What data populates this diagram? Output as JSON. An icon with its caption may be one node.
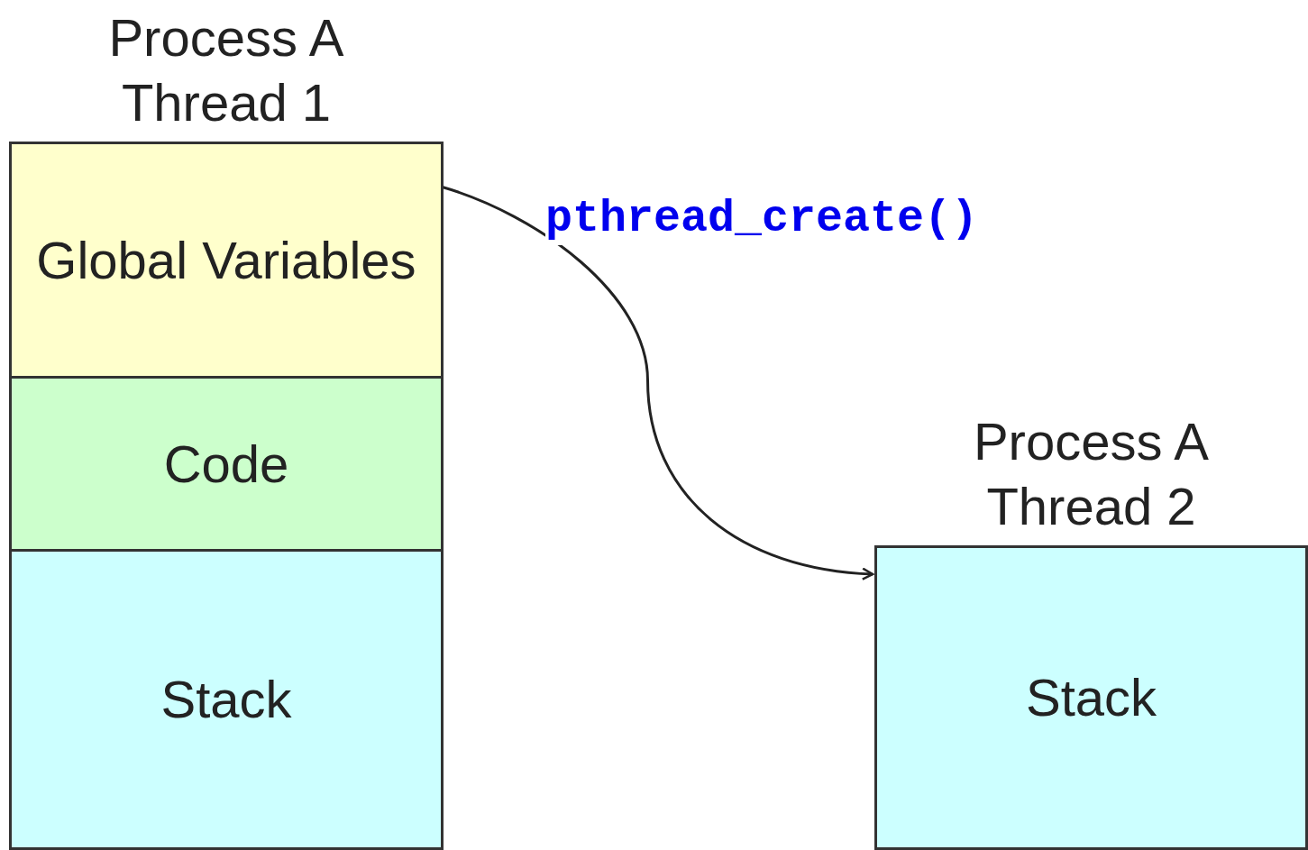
{
  "diagram": {
    "nodes": [
      {
        "text": [
          "Process A Thread 1"
        ]
      },
      {
        "text": [
          "Global Variables"
        ],
        "in": 0
      },
      {
        "text": [
          "Code"
        ],
        "in": 0
      },
      {
        "text": [
          "Stack"
        ],
        "in": 0
      },
      {
        "text": [
          "Process A Thread 2",
          "Stack"
        ]
      }
    ],
    "edges": [
      {
        "from": 1,
        "to": 4,
        "arrow": "to",
        "label": "pthread_create()"
      }
    ]
  }
}
